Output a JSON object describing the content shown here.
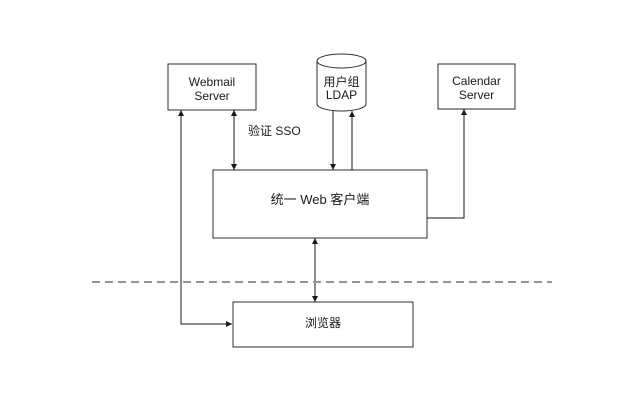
{
  "diagram": {
    "type": "architecture-diagram",
    "nodes": {
      "webmail_server": {
        "shape": "rectangle",
        "line1": "Webmail",
        "line2": "Server"
      },
      "user_group_ldap": {
        "shape": "cylinder",
        "line1": "用户组",
        "line2": "LDAP"
      },
      "calendar_server": {
        "shape": "rectangle",
        "line1": "Calendar",
        "line2": "Server"
      },
      "unified_web_client": {
        "shape": "rectangle",
        "label": "统一 Web 客户端"
      },
      "browser": {
        "shape": "rectangle",
        "label": "浏览器"
      }
    },
    "annotations": {
      "sso_label": "验证 SSO"
    },
    "edges": [
      {
        "from": "browser",
        "to": "webmail_server",
        "direction": "bidirectional"
      },
      {
        "from": "unified_web_client",
        "to": "webmail_server",
        "direction": "bidirectional"
      },
      {
        "from": "user_group_ldap",
        "to": "unified_web_client",
        "direction": "one-way"
      },
      {
        "from": "unified_web_client",
        "to": "user_group_ldap",
        "direction": "one-way"
      },
      {
        "from": "unified_web_client",
        "to": "calendar_server",
        "direction": "one-way"
      },
      {
        "from": "unified_web_client",
        "to": "browser",
        "direction": "bidirectional"
      }
    ],
    "divider": {
      "style": "dashed",
      "color": "#949494"
    },
    "colors": {
      "background": "#ffffff",
      "box_border": "#2e2e2e",
      "connector": "#1a1a1a",
      "divider": "#949494",
      "text": "#1a1a1a"
    }
  }
}
